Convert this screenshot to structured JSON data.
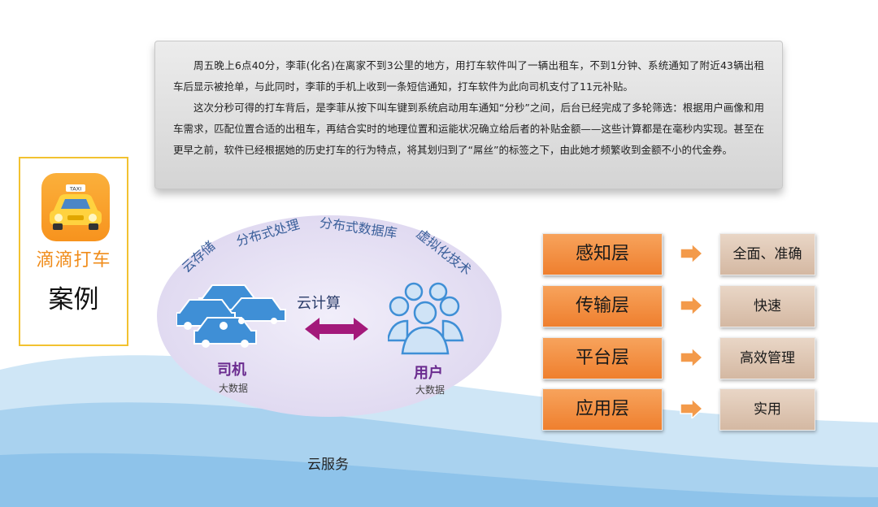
{
  "case_card": {
    "app_name": "滴滴打车",
    "case_label": "案例"
  },
  "story": {
    "paragraphs": [
      "周五晚上6点40分，李菲(化名)在离家不到3公里的地方，用打车软件叫了一辆出租车，不到1分钟、系统通知了附近43辆出租车后显示被抢单，与此同时，李菲的手机上收到一条短信通知，打车软件为此向司机支付了11元补贴。",
      "这次分秒可得的打车背后，是李菲从按下叫车键到系统启动用车通知“分秒”之间，后台已经完成了多轮筛选：根据用户画像和用车需求，匹配位置合适的出租车，再结合实时的地理位置和运能状况确立给后者的补贴金额——这些计算都是在毫秒内实现。甚至在更早之前，软件已经根据她的历史打车的行为特点，将其划归到了“屌丝”的标签之下，由此她才频繁收到金额不小的代金券。"
    ]
  },
  "cloud": {
    "tech_labels": [
      "云存储",
      "分布式处理",
      "分布式数据库",
      "虚拟化技术"
    ],
    "center_label": "云计算",
    "driver": {
      "title": "司机",
      "sub": "大数据"
    },
    "user": {
      "title": "用户",
      "sub": "大数据"
    },
    "service_label": "云服务"
  },
  "layers": [
    {
      "name": "感知层",
      "value": "全面、准确"
    },
    {
      "name": "传输层",
      "value": "快速"
    },
    {
      "name": "平台层",
      "value": "高效管理"
    },
    {
      "name": "应用层",
      "value": "实用"
    }
  ],
  "colors": {
    "layer_orange": "#ef7f2e",
    "value_tan": "#d4b8a2",
    "arrow_purple": "#a3197a",
    "icon_blue": "#3f8fd6",
    "ellipse_fill": "#e8e4f4",
    "accent_yellow": "#f2c230"
  },
  "icons": [
    "taxi-icon",
    "cars-icon",
    "users-icon",
    "double-arrow-icon",
    "right-arrow-icon"
  ]
}
